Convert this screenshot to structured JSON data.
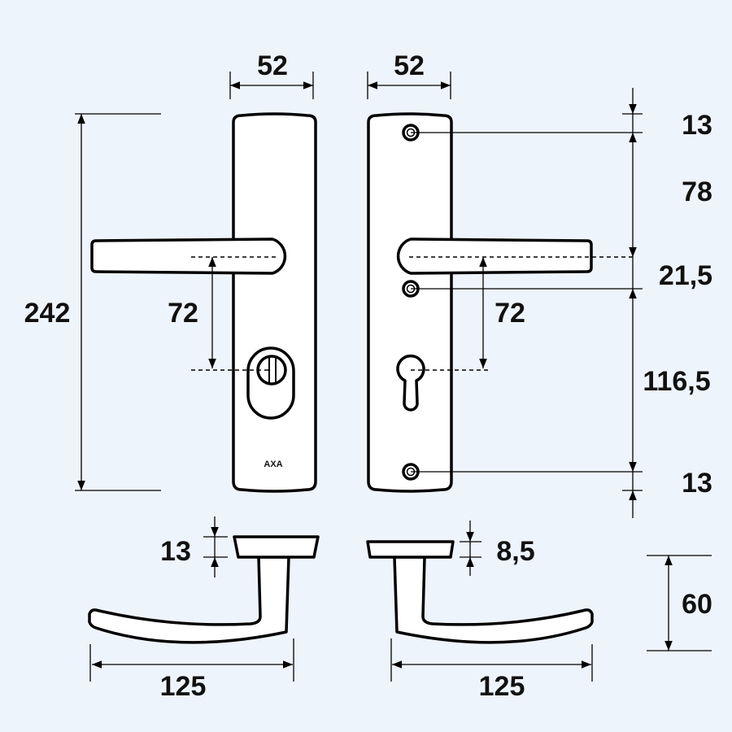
{
  "colors": {
    "background": "#eef4fc",
    "line": "#000000",
    "fill": "#ffffff"
  },
  "brand": "AXA",
  "dimensions": {
    "plate_width_left": "52",
    "plate_width_right": "52",
    "plate_height": "242",
    "handle_to_cylinder_left": "72",
    "handle_to_cylinder_right": "72",
    "top_hole": "13",
    "hole_to_handle": "78",
    "handle_to_hole": "21,5",
    "hole_to_hole": "116,5",
    "bottom_hole": "13",
    "rose_left": "13",
    "rose_right": "8,5",
    "handle_depth": "60",
    "handle_length_left": "125",
    "handle_length_right": "125"
  }
}
